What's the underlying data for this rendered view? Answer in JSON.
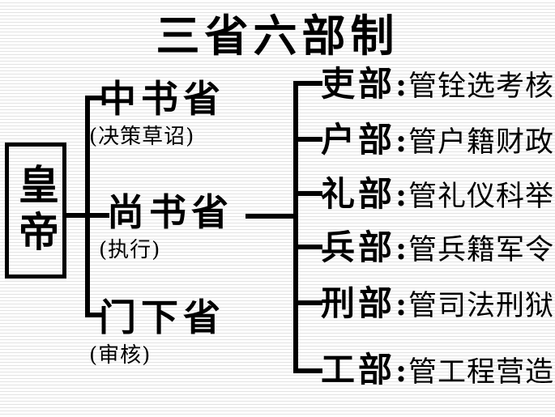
{
  "title": "三省六部制",
  "emperor": {
    "label": "皇帝"
  },
  "departments": [
    {
      "name": "中书省",
      "note": "(决策草诏)"
    },
    {
      "name": "尚书省",
      "note": "(执行)"
    },
    {
      "name": "门下省",
      "note": "(审核)"
    }
  ],
  "ministries": [
    {
      "name": "吏部",
      "separator": ":",
      "duty": "管铨选考核"
    },
    {
      "name": "户部",
      "separator": ":",
      "duty": "管户籍财政"
    },
    {
      "name": "礼部",
      "separator": ":",
      "duty": "管礼仪科举"
    },
    {
      "name": "兵部",
      "separator": ":",
      "duty": "管兵籍军令"
    },
    {
      "name": "刑部",
      "separator": ":",
      "duty": "管司法刑狱"
    },
    {
      "name": "工部",
      "separator": ":",
      "duty": "管工程营造"
    }
  ],
  "colors": {
    "line": "#000000",
    "text": "#000000",
    "background": "#ffffff",
    "background_stripe": "#e3e3e3"
  }
}
